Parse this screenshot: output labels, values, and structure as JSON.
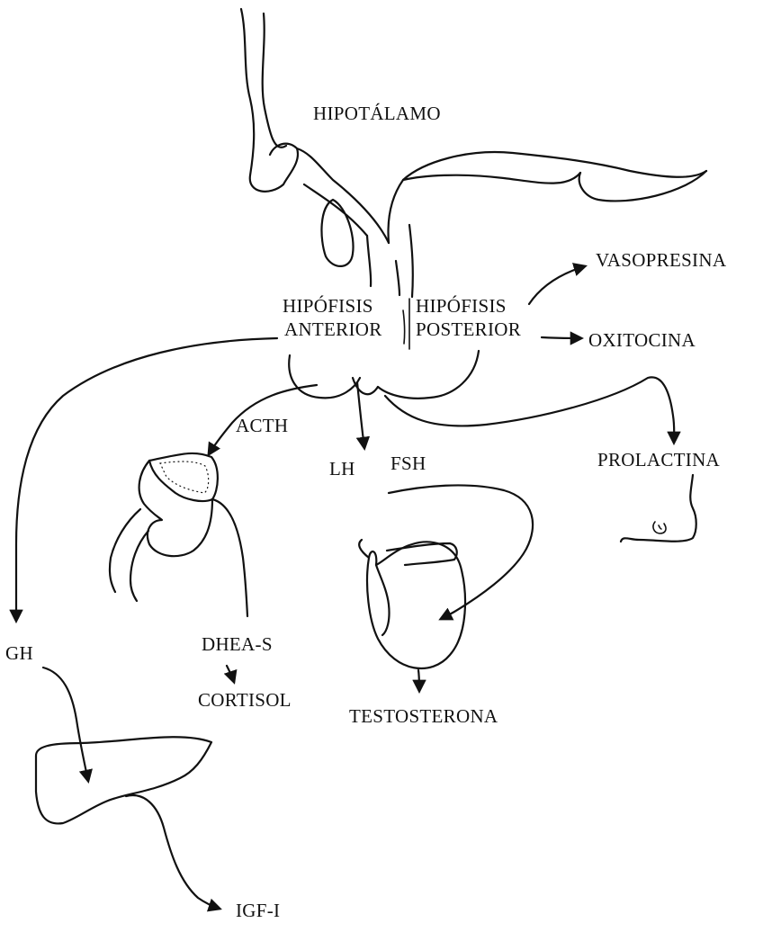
{
  "labels": {
    "hipotalamo": "HIPOTÁLAMO",
    "hipofisis_anterior_1": "HIPÓFISIS",
    "hipofisis_anterior_2": "ANTERIOR",
    "hipofisis_posterior_1": "HIPÓFISIS",
    "hipofisis_posterior_2": "POSTERIOR",
    "vasopresina": "VASOPRESINA",
    "oxitocina": "OXITOCINA",
    "acth": "ACTH",
    "lh": "LH",
    "fsh": "FSH",
    "prolactina": "PROLACTINA",
    "dhea_s": "DHEA-S",
    "cortisol": "CORTISOL",
    "testosterona": "TESTOSTERONA",
    "gh": "GH",
    "igf": "IGF-I"
  },
  "colors": {
    "ink": "#111111",
    "background": "#ffffff"
  }
}
